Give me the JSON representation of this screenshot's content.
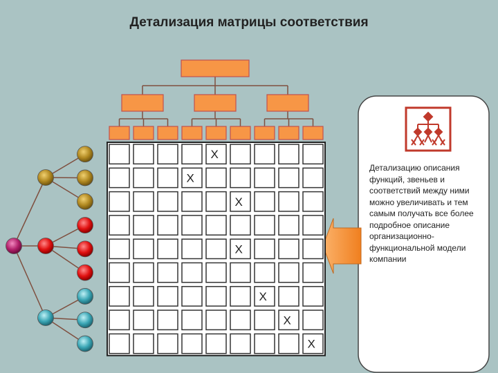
{
  "slide": {
    "title": "Детализация матрицы соответствия"
  },
  "matrix": {
    "rows": 9,
    "cols": 9,
    "mark": "X",
    "marks": [
      {
        "row": 1,
        "col": 5
      },
      {
        "row": 2,
        "col": 4
      },
      {
        "row": 3,
        "col": 6
      },
      {
        "row": 5,
        "col": 6
      },
      {
        "row": 7,
        "col": 7
      },
      {
        "row": 8,
        "col": 8
      },
      {
        "row": 9,
        "col": 9
      }
    ]
  },
  "org_tree": {
    "box_color": "#f79646",
    "box_border": "#c0504d",
    "line_color": "#7f4f3f",
    "levels": [
      1,
      3,
      9
    ]
  },
  "function_tree": {
    "nodes": {
      "root": {
        "color": "purple"
      },
      "groups": [
        {
          "color": "olive",
          "children": 3
        },
        {
          "color": "red",
          "children": 3
        },
        {
          "color": "teal",
          "children": 3
        }
      ]
    }
  },
  "note": {
    "text": "Детализацию описания функций, звеньев и соответствий между ними можно увеличивать и тем самым получать все более подробное описание организационно-функциональной модели компании",
    "icon": "org-tree-icon",
    "icon_color": "#c0392b"
  },
  "arrow": {
    "icon": "left-arrow-icon",
    "color": "#f79646"
  }
}
